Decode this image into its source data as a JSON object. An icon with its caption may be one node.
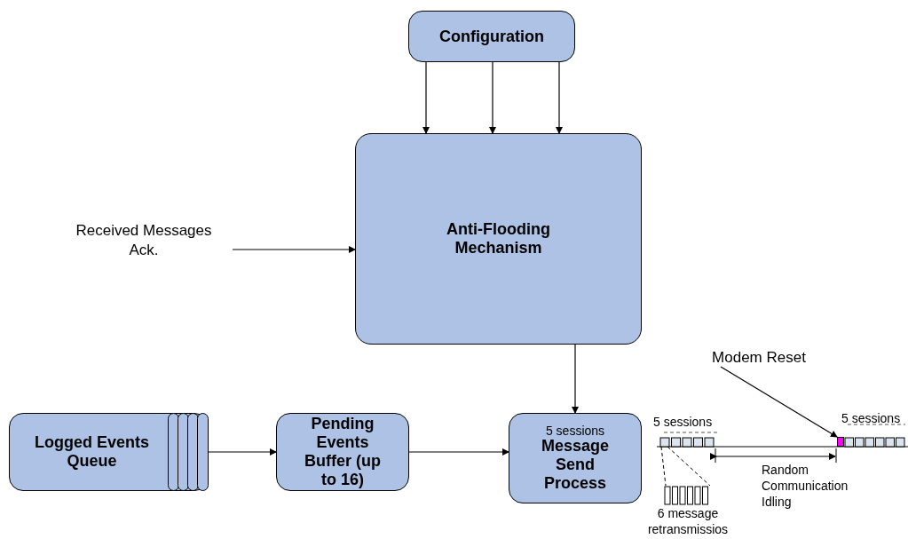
{
  "diagram": {
    "nodes": [
      {
        "text": [
          "Configuration"
        ]
      },
      {
        "text": [
          "Anti-Flooding Mechanism"
        ]
      },
      {
        "text": [
          "Received Messages Ack."
        ]
      },
      {
        "text": [
          "Logged Events Queue"
        ]
      },
      {
        "text": [
          "Pending Events Buffer (up to 16)"
        ]
      },
      {
        "text": [
          "5 sessions",
          "Message Send Process"
        ]
      },
      {
        "text": [
          "Modem Reset"
        ]
      },
      {
        "text": [],
        "shape": "bar"
      }
    ],
    "edges": [
      {
        "from": 0,
        "to": 1,
        "arrow": "to"
      },
      {
        "from": 0,
        "to": 1,
        "arrow": "to"
      },
      {
        "from": 0,
        "to": 1,
        "arrow": "to"
      },
      {
        "from": 2,
        "to": 1,
        "arrow": "to"
      },
      {
        "from": 1,
        "to": 5,
        "arrow": "to"
      },
      {
        "from": 3,
        "to": 4,
        "arrow": "to"
      },
      {
        "from": 4,
        "to": 5,
        "arrow": "to"
      },
      {
        "from": 6,
        "to": 7,
        "arrow": "to"
      }
    ],
    "labels": [
      "5 sessions",
      "5 sessions",
      "Random Communication Idling",
      "6 message retransmissios"
    ]
  }
}
